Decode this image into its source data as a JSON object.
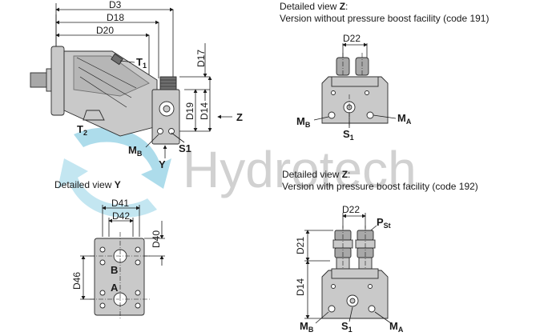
{
  "watermark": {
    "text": "Hydrotech",
    "text_color": "#c9c9c9",
    "arrow_color": "#9fd6e8"
  },
  "main_view": {
    "dims": {
      "d3": "D3",
      "d18": "D18",
      "d20": "D20",
      "d17": "D17",
      "d19": "D19",
      "d14": "D14"
    },
    "ports": {
      "t1": "T",
      "t1_sub": "1",
      "t2": "T",
      "t2_sub": "2",
      "mb": "M",
      "mb_sub": "B",
      "s1": "S1"
    },
    "arrow_z": "Z",
    "arrow_y": "Y"
  },
  "view_z_191": {
    "title_prefix": "Detailed view ",
    "title_letter": "Z",
    "title_suffix": ":",
    "subtitle": "Version without pressure boost facility (code 191)",
    "dim_d22": "D22",
    "mb": "M",
    "mb_sub": "B",
    "s1": "S",
    "s1_sub": "1",
    "ma": "M",
    "ma_sub": "A"
  },
  "view_y": {
    "title_prefix": "Detailed view ",
    "title_letter": "Y",
    "dims": {
      "d41": "D41",
      "d42": "D42",
      "d40": "D40",
      "d46": "D46"
    },
    "port_b": "B",
    "port_a": "A"
  },
  "view_z_192": {
    "title_prefix": "Detailed view ",
    "title_letter": "Z",
    "title_suffix": ":",
    "subtitle": "Version with pressure boost facility (code 192)",
    "dim_d22": "D22",
    "dim_d21": "D21",
    "dim_d14": "D14",
    "pst": "P",
    "pst_sub": "St",
    "mb": "M",
    "mb_sub": "B",
    "s1": "S",
    "s1_sub": "1",
    "ma": "M",
    "ma_sub": "A"
  }
}
